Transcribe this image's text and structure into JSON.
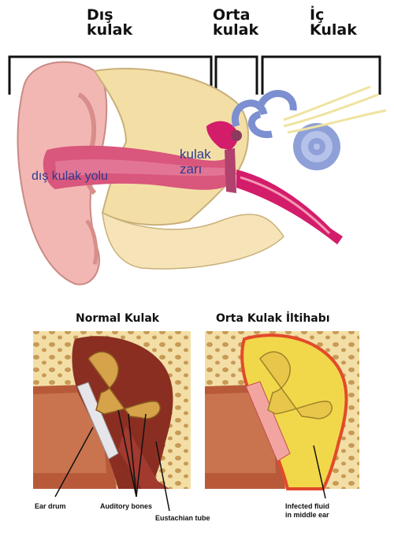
{
  "top": {
    "outer": [
      "Dış",
      "kulak"
    ],
    "middle": [
      "Orta",
      "kulak"
    ],
    "inner": [
      "İç",
      "Kulak"
    ],
    "canal": "dış kulak yolu",
    "eardrum": [
      "kulak",
      "zarı"
    ]
  },
  "bottom": {
    "normal_title": "Normal Kulak",
    "infected_title": "Orta Kulak İltihabı",
    "ear_drum": "Ear drum",
    "auditory_bones": "Auditory bones",
    "eustachian": "Eustachian tube",
    "infected_fluid": [
      "Infected fluid",
      "in middle ear"
    ]
  },
  "colors": {
    "skin": "#f2b7b3",
    "canal": "#c8466a",
    "bone": "#f3dfa6",
    "boneDark": "#b58a4a",
    "cochlea": "#7c8fd0",
    "magenta": "#d31d6b",
    "tissue": "#9b2f2a",
    "fluid": "#f1d84a"
  }
}
